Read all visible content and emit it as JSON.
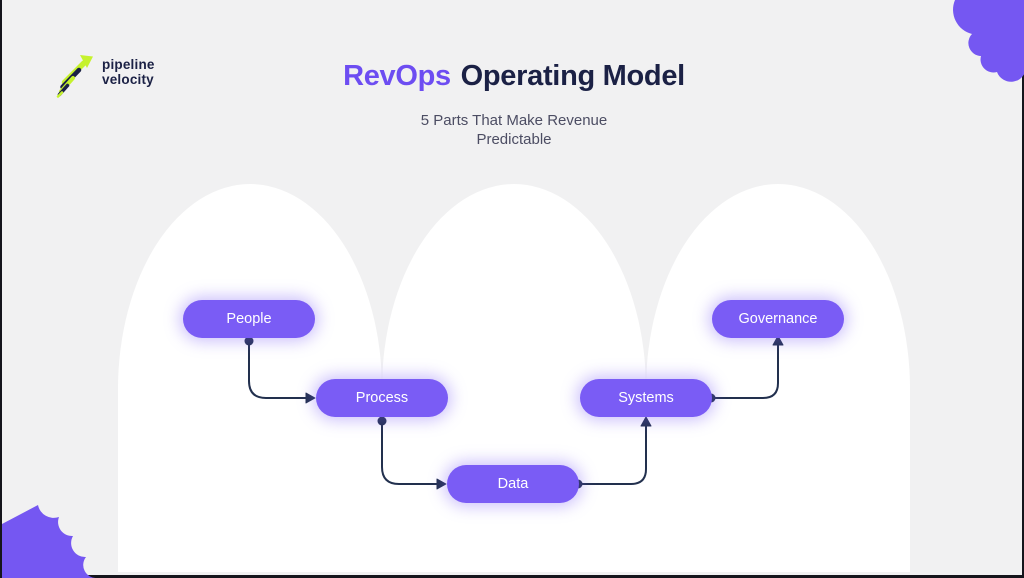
{
  "theme": {
    "bg": "#f1f1f2",
    "accent": "#6d4df2",
    "navy": "#1b2145",
    "node": "#7a5cf5",
    "connector": "#22304e",
    "lime": "#c6f22e",
    "arch": "#ffffff",
    "subtitle": "#4c4d63",
    "blob": "#7557f2"
  },
  "logo": {
    "line1": "pipeline",
    "line2": "velocity"
  },
  "header": {
    "title_accent": "RevOps",
    "title_rest": "Operating Model",
    "subtitle_line1": "5 Parts That Make Revenue",
    "subtitle_line2": "Predictable"
  },
  "diagram": {
    "nodes": [
      {
        "id": "people",
        "label": "People"
      },
      {
        "id": "process",
        "label": "Process"
      },
      {
        "id": "data",
        "label": "Data"
      },
      {
        "id": "systems",
        "label": "Systems"
      },
      {
        "id": "governance",
        "label": "Governance"
      }
    ],
    "edges": [
      {
        "from": "people",
        "to": "process"
      },
      {
        "from": "process",
        "to": "data"
      },
      {
        "from": "data",
        "to": "systems"
      },
      {
        "from": "systems",
        "to": "governance"
      }
    ]
  }
}
